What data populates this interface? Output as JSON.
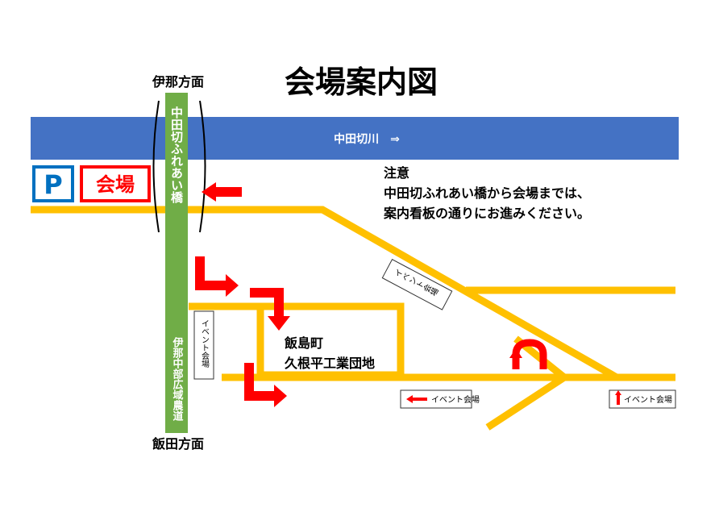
{
  "title": "会場案内図",
  "directions": {
    "north": "伊那方面",
    "south": "飯田方面"
  },
  "river": {
    "label": "中田切川　⇒"
  },
  "bridge": {
    "label": "中田切ふれあい橋"
  },
  "highway": {
    "label": "伊那中部広域農道"
  },
  "parking": {
    "icon_text": "P",
    "venue_label": "会場"
  },
  "notice": {
    "heading": "注意",
    "line1": "中田切ふれあい橋から会場までは、",
    "line2": "案内看板の通りにお進みください。"
  },
  "area": {
    "line1": "飯島町",
    "line2": "久根平工業団地"
  },
  "signs": {
    "sign_a": "イベント会場",
    "sign_b": "イベント会場",
    "sign_c": "イベント会場",
    "sign_d": "イベント会場"
  },
  "colors": {
    "river": "#4472c4",
    "road": "#ffc000",
    "highway": "#70ad47",
    "arrow": "#ff0000",
    "parking_blue": "#0070c0",
    "venue_red": "#ff0000"
  }
}
